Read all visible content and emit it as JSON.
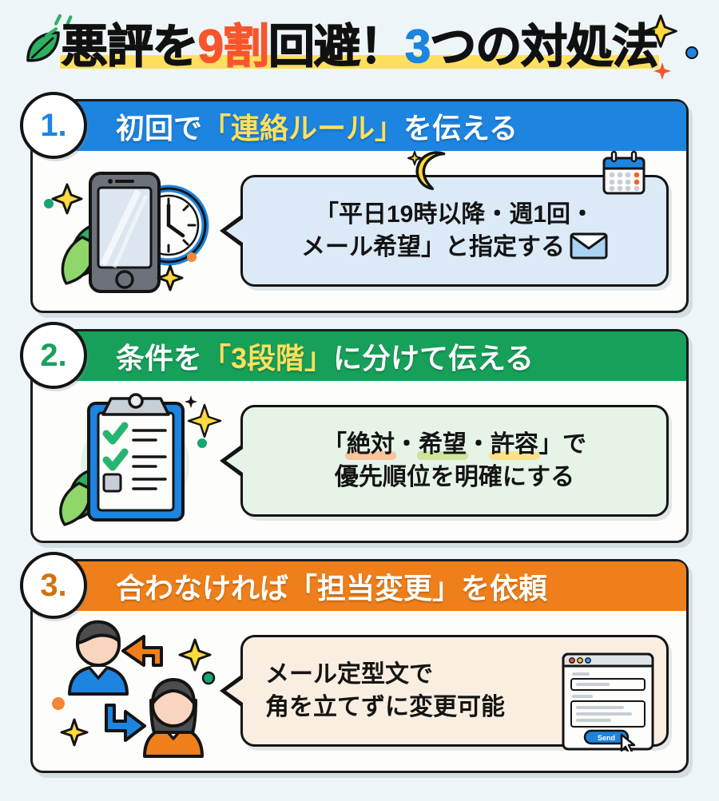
{
  "header": {
    "title_part1": "悪評を",
    "title_accent_orange": "9割",
    "title_part2": "回避！",
    "title_accent_blue": "3",
    "title_part3": "つの対処法",
    "full_title": "悪評を9割回避！3つの対処法",
    "highlight_color": "#ffe05c",
    "orange_color": "#f9552b",
    "blue_color": "#1d84e0"
  },
  "colors": {
    "background": "#eef5f8",
    "card_bg": "#fdfdfb",
    "outline": "#1a1a1a",
    "section1": "#1d84e0",
    "section2": "#17a05a",
    "section3": "#ef7f1a"
  },
  "sections": [
    {
      "number": "1.",
      "accent": "#1d84e0",
      "heading_pre": "初回で",
      "heading_highlight": "「連絡ルール」",
      "heading_post": "を伝える",
      "heading_full": "初回で「連絡ルール」を伝える",
      "bubble_line1": "「平日19時以降・週1回・",
      "bubble_line2": "メール希望」と指定する",
      "bubble_bg": "#dceaf7",
      "icons": [
        "moon-icon",
        "calendar-icon",
        "envelope-icon",
        "smartphone-icon",
        "clock-icon",
        "leaf-icon",
        "sparkle-icon"
      ]
    },
    {
      "number": "2.",
      "accent": "#17a05a",
      "heading_pre": "条件を",
      "heading_highlight": "「3段階」",
      "heading_post": "に分けて伝える",
      "heading_full": "条件を「3段階」に分けて伝える",
      "bubble_line1_open": "「",
      "bubble_mark1": "絶対",
      "bubble_sep1": "・",
      "bubble_mark2": "希望",
      "bubble_sep2": "・",
      "bubble_mark3": "許容",
      "bubble_line1_close": "」で",
      "bubble_line1": "「絶対・希望・許容」で",
      "bubble_line2": "優先順位を明確にする",
      "bubble_bg": "#e6f4e8",
      "mark_colors": {
        "絶対": "#fbc49a",
        "希望": "#cfe59a",
        "許容": "#fbe18b"
      },
      "icons": [
        "clipboard-icon",
        "check-icon",
        "leaf-icon",
        "sparkle-icon"
      ]
    },
    {
      "number": "3.",
      "accent": "#ef7f1a",
      "heading_pre": "合わなければ",
      "heading_highlight": "「担当変更」",
      "heading_post": "を依頼",
      "heading_full": "合わなければ「担当変更」を依頼",
      "bubble_line1": "メール定型文で",
      "bubble_line2": "角を立てずに変更可能",
      "bubble_bg": "#faeee1",
      "mockup_button": "Send",
      "icons": [
        "person-male-icon",
        "person-female-icon",
        "arrow-left-icon",
        "arrow-right-icon",
        "browser-window-icon",
        "cursor-icon",
        "sparkle-icon"
      ]
    }
  ]
}
